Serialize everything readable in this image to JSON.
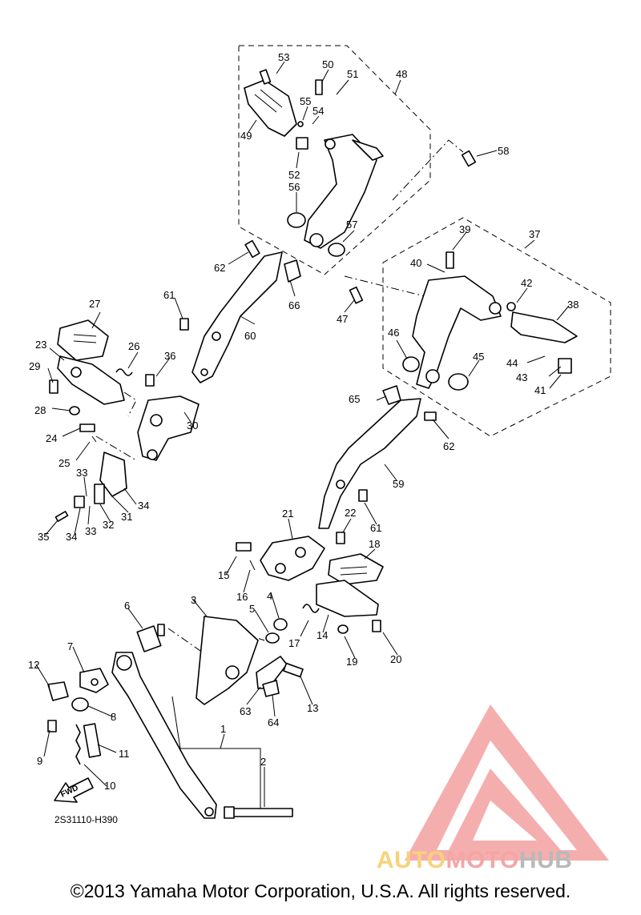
{
  "diagram": {
    "code": "2S31110-H390",
    "fwd_label": "FWD",
    "callouts": [
      {
        "id": "c1",
        "text": "1"
      },
      {
        "id": "c2",
        "text": "2"
      },
      {
        "id": "c3",
        "text": "3"
      },
      {
        "id": "c4",
        "text": "4"
      },
      {
        "id": "c5",
        "text": "5"
      },
      {
        "id": "c6",
        "text": "6"
      },
      {
        "id": "c7",
        "text": "7"
      },
      {
        "id": "c8",
        "text": "8"
      },
      {
        "id": "c9",
        "text": "9"
      },
      {
        "id": "c10",
        "text": "10"
      },
      {
        "id": "c11",
        "text": "11"
      },
      {
        "id": "c12",
        "text": "12"
      },
      {
        "id": "c13",
        "text": "13"
      },
      {
        "id": "c14",
        "text": "14"
      },
      {
        "id": "c15",
        "text": "15"
      },
      {
        "id": "c16",
        "text": "16"
      },
      {
        "id": "c17",
        "text": "17"
      },
      {
        "id": "c18",
        "text": "18"
      },
      {
        "id": "c19",
        "text": "19"
      },
      {
        "id": "c20",
        "text": "20"
      },
      {
        "id": "c21",
        "text": "21"
      },
      {
        "id": "c22",
        "text": "22"
      },
      {
        "id": "c23",
        "text": "23"
      },
      {
        "id": "c24",
        "text": "24"
      },
      {
        "id": "c25",
        "text": "25"
      },
      {
        "id": "c26",
        "text": "26"
      },
      {
        "id": "c27",
        "text": "27"
      },
      {
        "id": "c28",
        "text": "28"
      },
      {
        "id": "c29",
        "text": "29"
      },
      {
        "id": "c30",
        "text": "30"
      },
      {
        "id": "c31",
        "text": "31"
      },
      {
        "id": "c32",
        "text": "32"
      },
      {
        "id": "c33a",
        "text": "33"
      },
      {
        "id": "c33b",
        "text": "33"
      },
      {
        "id": "c34a",
        "text": "34"
      },
      {
        "id": "c34b",
        "text": "34"
      },
      {
        "id": "c35",
        "text": "35"
      },
      {
        "id": "c36",
        "text": "36"
      },
      {
        "id": "c37",
        "text": "37"
      },
      {
        "id": "c38",
        "text": "38"
      },
      {
        "id": "c39",
        "text": "39"
      },
      {
        "id": "c40",
        "text": "40"
      },
      {
        "id": "c41",
        "text": "41"
      },
      {
        "id": "c42",
        "text": "42"
      },
      {
        "id": "c43",
        "text": "43"
      },
      {
        "id": "c44",
        "text": "44"
      },
      {
        "id": "c45",
        "text": "45"
      },
      {
        "id": "c46",
        "text": "46"
      },
      {
        "id": "c47",
        "text": "47"
      },
      {
        "id": "c48",
        "text": "48"
      },
      {
        "id": "c49",
        "text": "49"
      },
      {
        "id": "c50",
        "text": "50"
      },
      {
        "id": "c51",
        "text": "51"
      },
      {
        "id": "c52",
        "text": "52"
      },
      {
        "id": "c53",
        "text": "53"
      },
      {
        "id": "c54",
        "text": "54"
      },
      {
        "id": "c55",
        "text": "55"
      },
      {
        "id": "c56",
        "text": "56"
      },
      {
        "id": "c57",
        "text": "57"
      },
      {
        "id": "c58",
        "text": "58"
      },
      {
        "id": "c59",
        "text": "59"
      },
      {
        "id": "c60",
        "text": "60"
      },
      {
        "id": "c61a",
        "text": "61"
      },
      {
        "id": "c61b",
        "text": "61"
      },
      {
        "id": "c62a",
        "text": "62"
      },
      {
        "id": "c62b",
        "text": "62"
      },
      {
        "id": "c63",
        "text": "63"
      },
      {
        "id": "c64",
        "text": "64"
      },
      {
        "id": "c65",
        "text": "65"
      },
      {
        "id": "c66",
        "text": "66"
      }
    ]
  },
  "watermark": {
    "part1": "AUTO",
    "part2": "MOTO",
    "part3": "HUB",
    "colors": {
      "logo": "#f4a0a0",
      "auto": "#f8d27a",
      "moto": "#f4a6a6",
      "hub": "#b9b9b9"
    }
  },
  "footer": {
    "copyright": "©2013 Yamaha Motor Corporation, U.S.A. All rights reserved."
  }
}
